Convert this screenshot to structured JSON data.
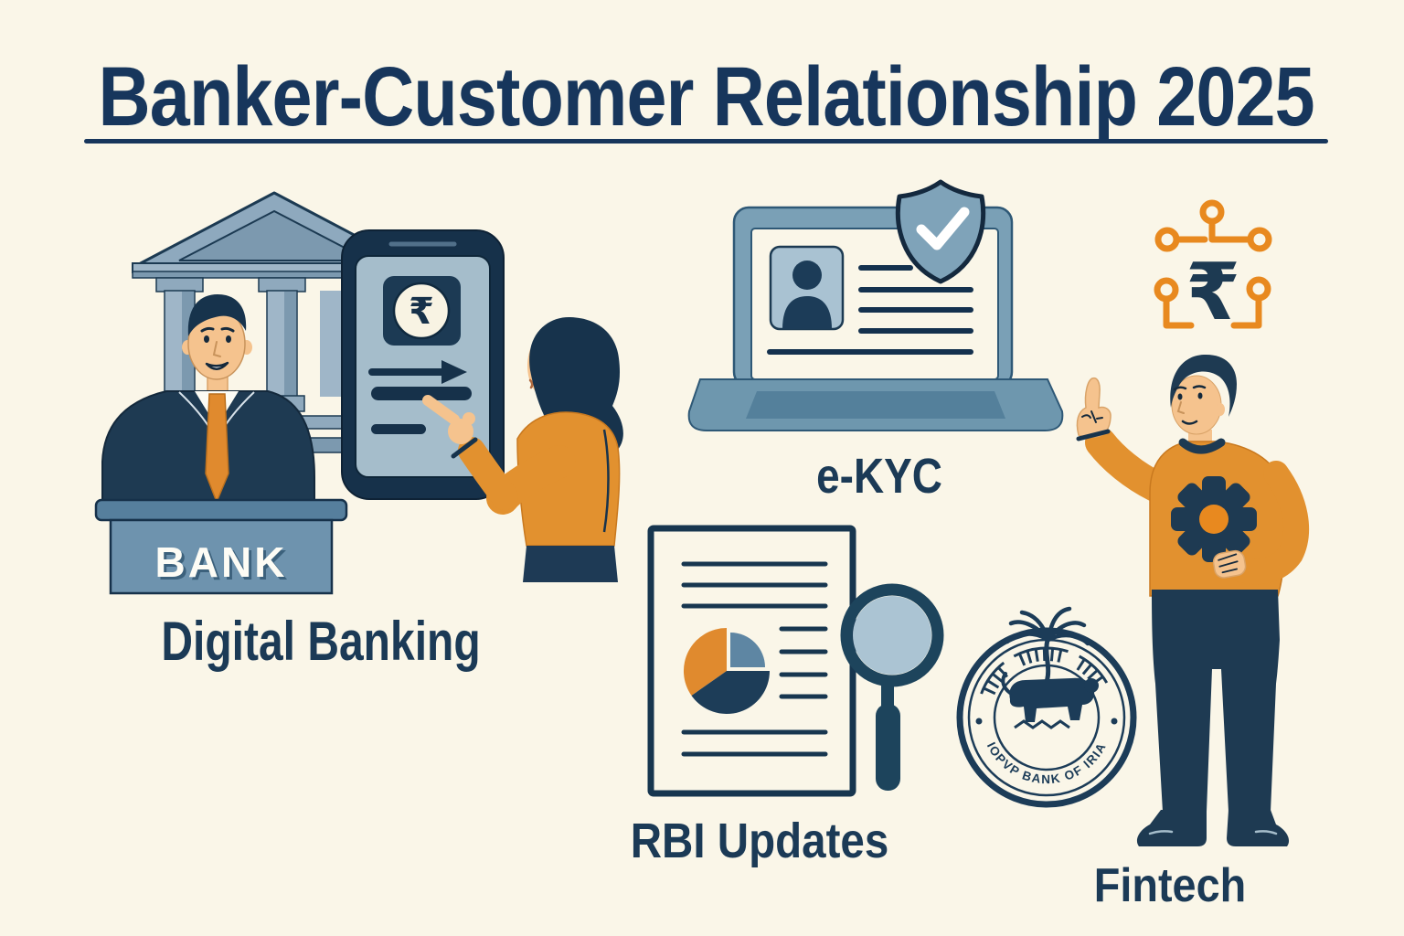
{
  "title": {
    "text": "Banker-Customer Relationship 2025"
  },
  "scenes": {
    "digital_banking": {
      "label": "Digital Banking",
      "bank_sign": "BANK",
      "phone_currency_symbol": "₹"
    },
    "ekyc": {
      "label": "e-KYC"
    },
    "rbi_updates": {
      "label": "RBI Updates",
      "seal_bottom_text": "IOPVP BANK OF IRIA"
    },
    "fintech": {
      "label": "Fintech",
      "network_currency_symbol": "₹"
    }
  },
  "icons": [
    "bank-building-icon",
    "banker-avatar",
    "bank-counter",
    "smartphone-icon",
    "rupee-coin-icon",
    "transfer-arrow-icon",
    "customer-avatar",
    "laptop-icon",
    "id-card-icon",
    "user-avatar-icon",
    "shield-check-icon",
    "report-document-icon",
    "pie-chart-icon",
    "magnifier-icon",
    "rbi-seal-icon",
    "pseudo-devanagari-arc",
    "rupee-network-icon",
    "gear-icon",
    "fintech-person-avatar"
  ],
  "colors": {
    "background": "#FAF6E8",
    "ink_navy": "#17365C",
    "outline_navy": "#16314A",
    "steel_blue": "#7FA3B9",
    "light_steel": "#9FB6C8",
    "pale_steel": "#A5BDCB",
    "mid_steel": "#6E93AE",
    "dark_steel": "#567F9D",
    "orange": "#E2912F",
    "bright_orange": "#E8891F",
    "skin": "#F5C38E",
    "cream_panel": "#F8F3E3",
    "white": "#FDFCF5"
  }
}
